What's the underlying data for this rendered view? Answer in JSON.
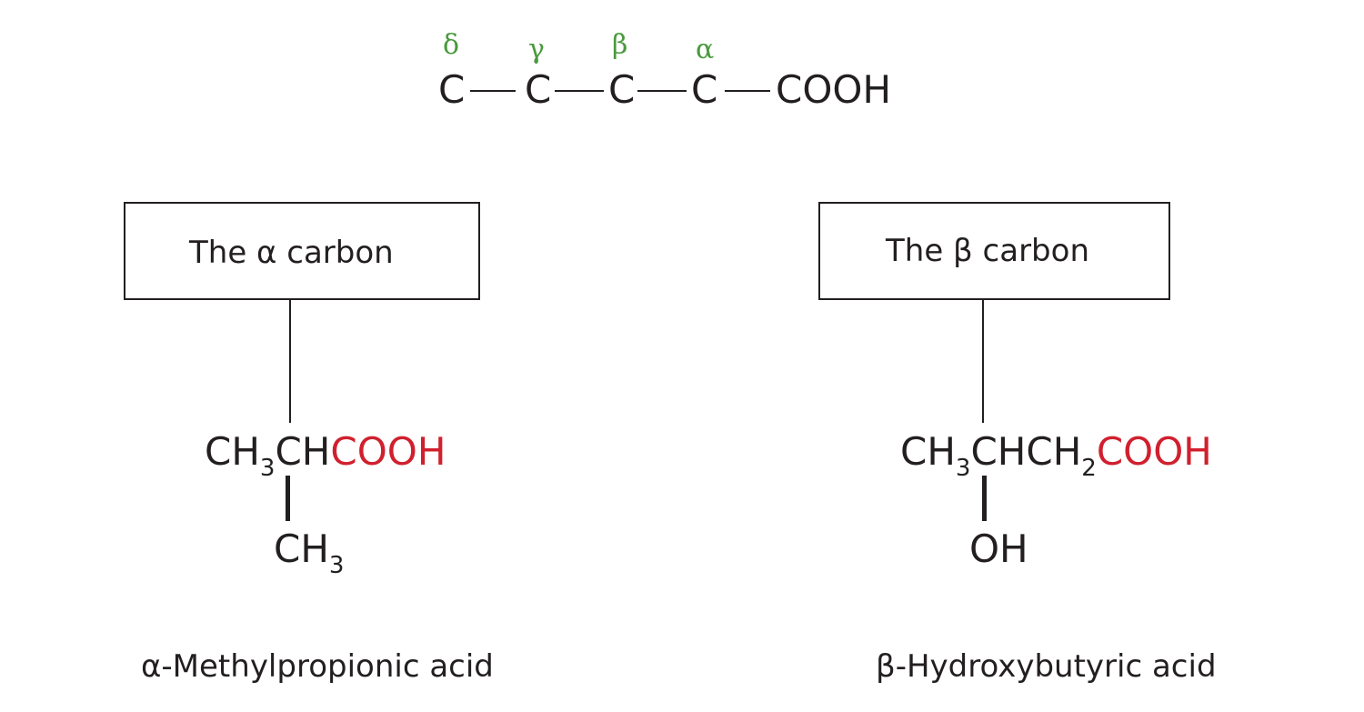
{
  "top_chain": {
    "labels": [
      "δ",
      "γ",
      "β",
      "α"
    ],
    "atoms": [
      "C",
      "C",
      "C",
      "C",
      "COOH"
    ],
    "label_color": "#4a9a3e"
  },
  "left": {
    "box_label": "The α carbon",
    "formula": {
      "part1": "CH",
      "sub1": "3",
      "part2": "CH",
      "acid": "COOH",
      "branch": "CH",
      "branch_sub": "3"
    },
    "caption": "α-Methylpropionic acid"
  },
  "right": {
    "box_label": "The β carbon",
    "formula": {
      "part1": "CH",
      "sub1": "3",
      "part2": "CHCH",
      "sub2": "2",
      "acid": "COOH",
      "branch": "OH"
    },
    "caption": "β-Hydroxybutyric acid"
  },
  "colors": {
    "text": "#231f20",
    "acid": "#d0202e",
    "greek": "#4a9a3e"
  }
}
